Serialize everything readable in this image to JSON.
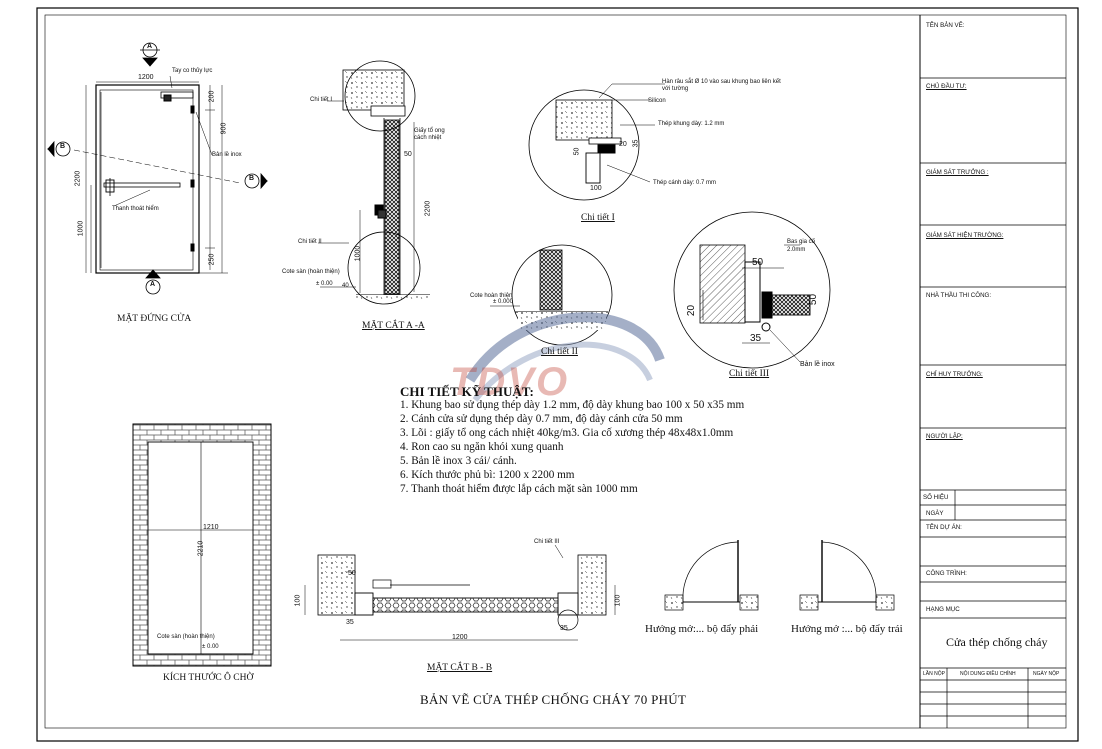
{
  "titleblock": {
    "ten_ban_ve": "TÊN BẢN VẼ:",
    "chu_dau_tu": "CHỦ ĐẦU TƯ:",
    "giam_sat_truong": "GIÁM SÁT TRƯỞNG :",
    "giam_sat_hien_truong": "GIÁM SÁT HIỆN TRƯỜNG:",
    "nha_thau": "NHÀ THẦU THI CÔNG:",
    "chi_huy_truong": "CHỈ HUY TRƯỞNG:",
    "nguoi_lap": "NGƯỜI LẬP:",
    "so_hieu": "SỐ HIỆU",
    "ngay": "NGÀY",
    "ten_du_an": "TÊN DỰ ÁN:",
    "cong_trinh": "CÔNG TRÌNH:",
    "hang_muc": "HẠNG MỤC",
    "project_name": "Cửa thép chống cháy",
    "rev_lan_nop": "LẦN NỘP",
    "rev_noi_dung": "NỘI DUNG ĐIỀU CHỈNH",
    "rev_ngay_nop": "NGÀY NỘP"
  },
  "elevation": {
    "caption": "MẶT ĐỨNG CỬA",
    "width": "1200",
    "height": "2200",
    "handle_height": "1000",
    "dim_200": "200",
    "dim_900": "900",
    "dim_250": "250",
    "label_closer": "Tay co thủy lực",
    "label_hinge": "Bản lề inox",
    "label_bar": "Thanh thoát hiểm",
    "marker_a": "A",
    "marker_b": "B"
  },
  "section_aa": {
    "caption": "MẶT CẮT A -A",
    "chi_tiet_1": "Chi tiết I",
    "chi_tiet_2": "Chi tiết II",
    "paper_core": "Giấy tổ ong cách nhiệt",
    "dim_50": "50",
    "dim_2200": "2200",
    "dim_1000": "1000",
    "floor_label": "Cote sàn (hoàn thiện)",
    "floor_level": "± 0.00",
    "dim_40": "40"
  },
  "detail_1": {
    "caption": "Chi tiết I",
    "weld": "Hàn râu sắt Ø 10 vào sau khung bao liên kết với tường",
    "silicon": "Silicon",
    "frame_steel": "Thép khung dày: 1.2 mm",
    "leaf_steel": "Thép cánh dày: 0.7 mm",
    "dim_20": "20",
    "dim_35": "35",
    "dim_50": "50",
    "dim_100": "100"
  },
  "detail_2": {
    "caption": "Chi tiết II",
    "floor_label": "Cote hoàn thiện",
    "floor_level": "± 0.000"
  },
  "detail_3": {
    "caption": "Chi tiết III",
    "rib": "Bas gia cố 2.0mm",
    "hinge": "Bản lề inox",
    "dim_50": "50",
    "dim_20": "20",
    "dim_35": "35",
    "dim_50b": "50"
  },
  "notes": {
    "title": "CHI TIẾT KỸ THUẬT:",
    "items": [
      "1. Khung bao sử dụng thép dày 1.2 mm, độ dày khung bao 100 x 50 x35 mm",
      "2. Cánh cửa sử dụng thép dày 0.7 mm, độ dày cánh cửa 50 mm",
      "3. Lõi : giấy tổ ong cách nhiệt 40kg/m3. Gia cố xương thép 48x48x1.0mm",
      "4. Ron cao su ngăn khói xung quanh",
      "5. Bản lề inox 3 cái/ cánh.",
      "6. Kích thước phủ bì: 1200 x 2200 mm",
      "7. Thanh thoát hiểm được lắp cách mặt sàn 1000 mm"
    ]
  },
  "opening": {
    "caption": "KÍCH THƯỚC Ô CHỜ",
    "width": "1210",
    "height": "2210",
    "floor_label": "Cote sàn (hoàn thiện)",
    "floor_level": "± 0.00"
  },
  "section_bb": {
    "caption": "MẶT CẮT B - B",
    "chi_tiet_3": "Chi tiết III",
    "dim_50": "50",
    "dim_100a": "100",
    "dim_100b": "100",
    "dim_35a": "35",
    "dim_35b": "35",
    "dim_1200": "1200"
  },
  "swing": {
    "right": "Hướng mở:... bộ đẩy phải",
    "left": "Hướng mở :... bộ đẩy trái"
  },
  "bottom_title": "BẢN VẼ CỬA THÉP CHỐNG CHÁY 70 PHÚT",
  "watermark": "TDVO"
}
